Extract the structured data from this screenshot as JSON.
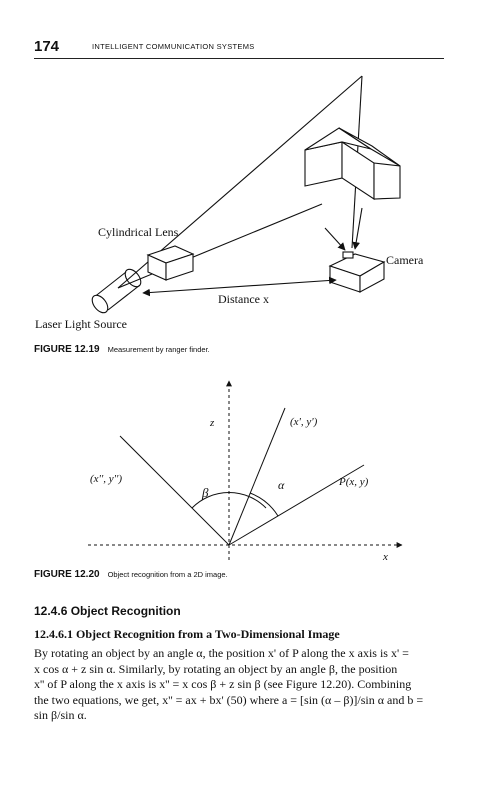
{
  "header": {
    "page_number": "174",
    "running_title": "INTELLIGENT COMMUNICATION SYSTEMS"
  },
  "figure_12_19": {
    "label_lens": "Cylindrical Lens",
    "label_camera": "Camera",
    "label_distance": "Distance x",
    "label_laser": "Laser Light Source",
    "caption_number": "FIGURE 12.19",
    "caption_text": "Measurement by ranger finder."
  },
  "figure_12_20": {
    "label_z": "z",
    "label_x": "x",
    "label_xp": "(x', y')",
    "label_xpp": "(x'', y'')",
    "label_beta": "β",
    "label_alpha": "α",
    "label_P": "P(x, y)",
    "caption_number": "FIGURE 12.20",
    "caption_text": "Object recognition from a 2D image."
  },
  "section": {
    "heading": "12.4.6 Object Recognition",
    "subheading": "12.4.6.1 Object Recognition from a Two-Dimensional Image",
    "lines": [
      "By rotating an object by an angle α, the position x' of P along the x axis is x' =",
      "x cos α + z sin α. Similarly, by rotating an object by an angle β, the position",
      "x'' of P along the x axis is x'' = x cos β + z sin β (see Figure 12.20). Combining",
      "the two equations, we get, x'' = ax + bx' (50) where a = [sin (α – β)]/sin α and b =",
      "sin β/sin α."
    ]
  }
}
